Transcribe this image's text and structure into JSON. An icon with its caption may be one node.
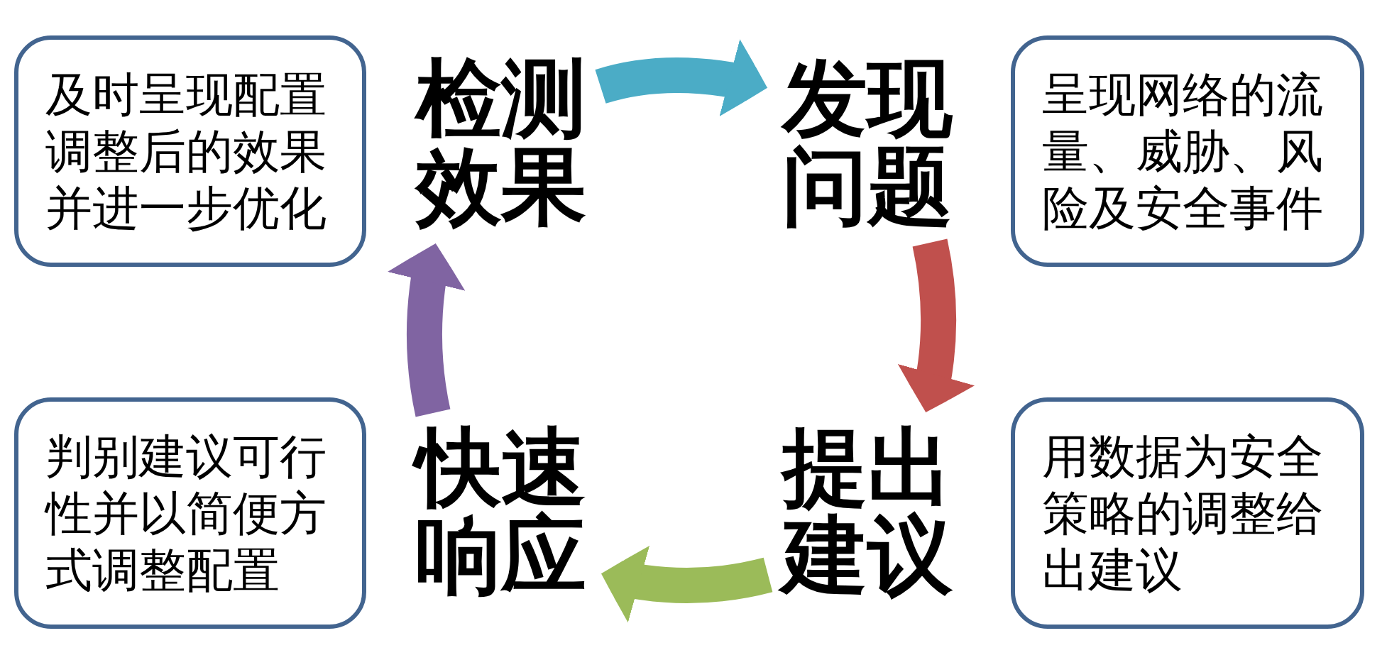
{
  "diagram": {
    "nodes": [
      {
        "text": [
          "及时呈现配置调整后的效果并进一步优化"
        ]
      },
      {
        "text": [
          "检测效果"
        ]
      },
      {
        "text": [
          "发现问题"
        ]
      },
      {
        "text": [
          "呈现网络的流量、威胁、风险及安全事件"
        ]
      },
      {
        "text": [
          "判别建议可行性并以简便方式调整配置"
        ]
      },
      {
        "text": [
          "快速响应"
        ]
      },
      {
        "text": [
          "提出建议"
        ]
      },
      {
        "text": [
          "用数据为安全策略的调整给出建议"
        ]
      }
    ],
    "edges": [
      {
        "from": 1,
        "to": 2,
        "arrow": "to",
        "color": "#4bacc6"
      },
      {
        "from": 2,
        "to": 6,
        "arrow": "to",
        "color": "#c0504d"
      },
      {
        "from": 6,
        "to": 5,
        "arrow": "to",
        "color": "#9bbb59"
      },
      {
        "from": 5,
        "to": 1,
        "arrow": "to",
        "color": "#8064a2"
      }
    ]
  }
}
